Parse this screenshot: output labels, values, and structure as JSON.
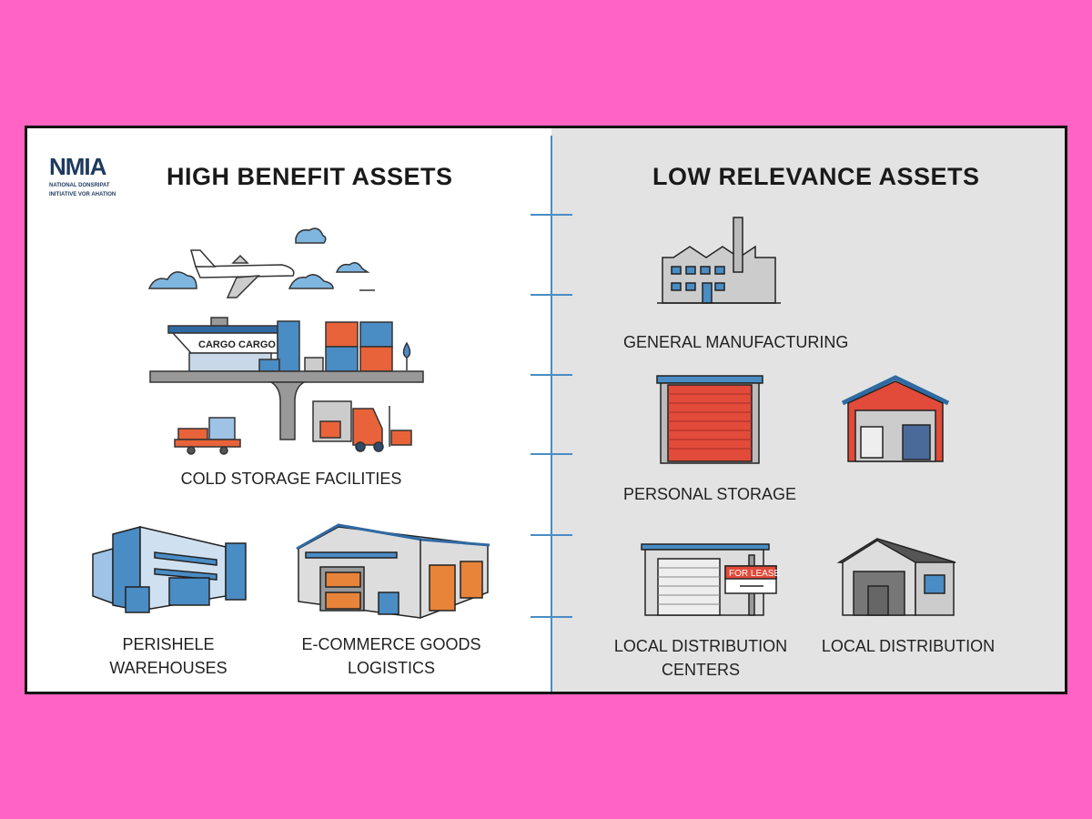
{
  "logo": {
    "name": "NMIA",
    "line1": "NATIONAL DONSRIPAT",
    "line2": "INITIATIVE VOR AHATION"
  },
  "left": {
    "title": "HIGH BENEFIT ASSETS",
    "cargo_sign": "CARGO CARGO",
    "items": [
      {
        "label": "COLD STORAGE FACILITIES",
        "icon": "airport-cargo-hub-icon"
      },
      {
        "label_line1": "PERISHELE",
        "label_line2": "WAREHOUSES",
        "icon": "cold-warehouse-icon"
      },
      {
        "label_line1": "E-COMMERCE GOODS",
        "label_line2": "LOGISTICS",
        "icon": "logistics-warehouse-icon"
      }
    ]
  },
  "right": {
    "title": "LOW RELEVANCE ASSETS",
    "lease_sign": "FOR LEASE",
    "items": [
      {
        "label": "GENERAL MANUFACTURING",
        "icon": "factory-icon"
      },
      {
        "label": "PERSONAL STORAGE",
        "icon": "storage-unit-icon"
      },
      {
        "label_line1": "LOCAL DISTRIBUTION",
        "label_line2": "CENTERS",
        "icon": "for-lease-building-icon"
      },
      {
        "label": "LOCAL DISTRIBUTION",
        "icon": "small-warehouse-icon"
      }
    ]
  },
  "colors": {
    "background": "#ff63c3",
    "blue": "#4a8cc4",
    "orange": "#e8633a",
    "gray_panel": "#e3e3e3"
  }
}
